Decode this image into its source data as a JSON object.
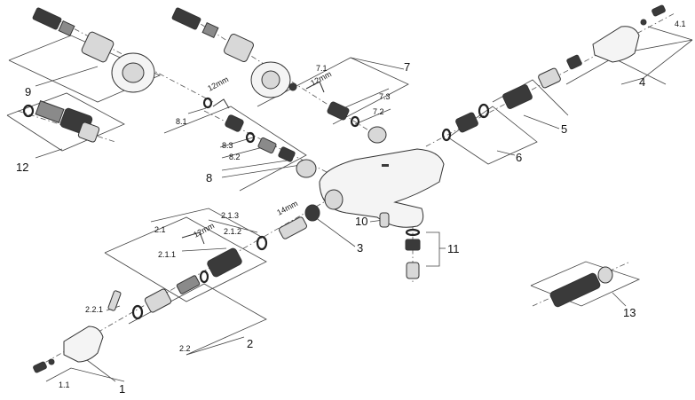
{
  "callouts": {
    "c1": "1",
    "c1_1": "1.1",
    "c2": "2",
    "c2_1": "2.1",
    "c2_1_1": "2.1.1",
    "c2_1_2": "2.1.2",
    "c2_1_3": "2.1.3",
    "c2_2": "2.2",
    "c2_2_1": "2.2.1",
    "c3": "3",
    "c4": "4",
    "c4_1": "4.1",
    "c5": "5",
    "c6": "6",
    "c7": "7",
    "c7_1": "7.1",
    "c7_2": "7.2",
    "c7_3": "7.3",
    "c8": "8",
    "c8_1": "8.1",
    "c8_2": "8.2",
    "c8_3": "8.3",
    "c9": "9",
    "c10": "10",
    "c11": "11",
    "c12": "12",
    "c13": "13"
  },
  "tool_labels": {
    "t1": "12mm",
    "t2": "12mm",
    "t3": "12mm",
    "t4": "14mm"
  }
}
